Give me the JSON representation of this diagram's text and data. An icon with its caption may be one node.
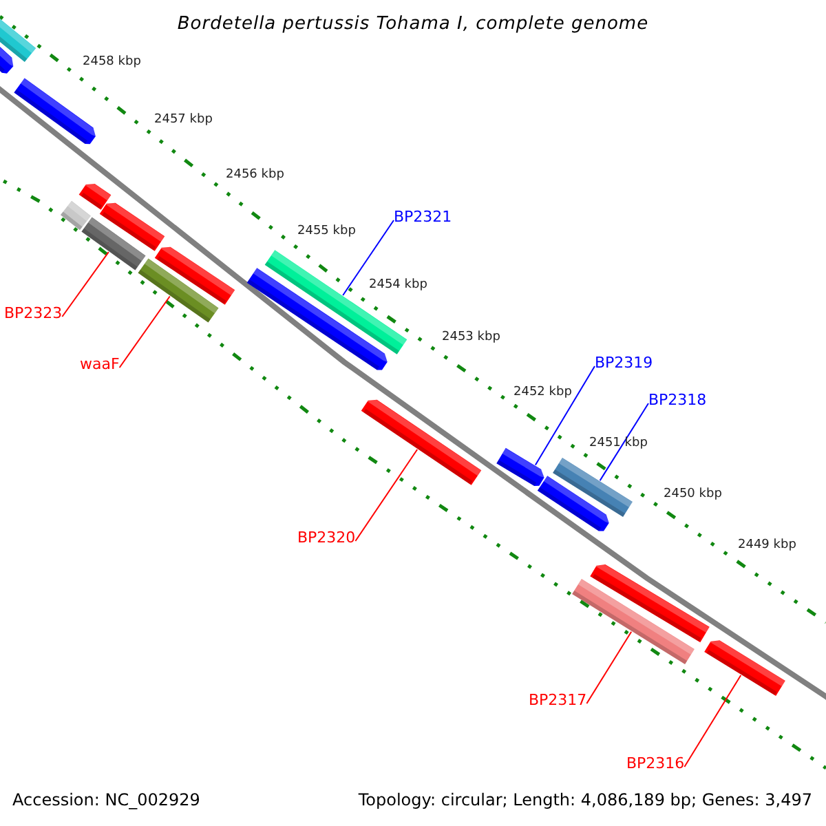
{
  "diagram": {
    "title": "Bordetella pertussis Tohama I, complete genome",
    "nodes": [
      {
        "text": [
          "BP2321"
        ]
      },
      {
        "text": [
          "BP2323"
        ]
      },
      {
        "text": [
          "BP2319"
        ]
      },
      {
        "text": [
          "waaF"
        ]
      },
      {
        "text": [
          "BP2318"
        ]
      },
      {
        "text": [
          "BP2320"
        ]
      },
      {
        "text": [
          "BP2317"
        ]
      },
      {
        "text": [
          "BP2316"
        ]
      },
      {
        "text": [],
        "shape": "bar"
      },
      {
        "text": [],
        "shape": "bar"
      },
      {
        "text": [],
        "shape": "bar"
      },
      {
        "text": [],
        "shape": "bar"
      },
      {
        "text": [],
        "shape": "bar"
      },
      {
        "text": [],
        "shape": "bar"
      },
      {
        "text": [],
        "shape": "bar"
      },
      {
        "text": [],
        "shape": "bar"
      },
      {
        "text": [],
        "shape": "bar"
      },
      {
        "text": [],
        "shape": "bar"
      },
      {
        "text": [],
        "shape": "bar"
      },
      {
        "text": [],
        "shape": "bar"
      },
      {
        "text": [],
        "shape": "bar"
      },
      {
        "text": [],
        "shape": "bar"
      },
      {
        "text": [],
        "shape": "bar"
      },
      {
        "text": [],
        "shape": "bar"
      },
      {
        "text": [],
        "shape": "bar"
      },
      {
        "text": [],
        "shape": "bar"
      }
    ],
    "edges": [
      {
        "from": 0,
        "to": 18,
        "arrow": "none",
        "color": "#0000ff"
      },
      {
        "from": 1,
        "to": 13,
        "arrow": "none"
      },
      {
        "from": 2,
        "to": 20,
        "arrow": "none",
        "color": "#0000ff"
      },
      {
        "from": 3,
        "to": 15,
        "arrow": "none"
      },
      {
        "from": 4,
        "to": 22,
        "arrow": "none",
        "color": "#0000ff"
      },
      {
        "from": 5,
        "to": 19,
        "arrow": "none"
      },
      {
        "from": 6,
        "to": 23,
        "arrow": "none"
      },
      {
        "from": 7,
        "to": 25,
        "arrow": "none"
      }
    ],
    "labels": [
      "2458 kbp",
      "2457 kbp",
      "2456 kbp",
      "2455 kbp",
      "2454 kbp",
      "2453 kbp",
      "2452 kbp",
      "2451 kbp",
      "2450 kbp",
      "2449 kbp",
      "Accession: NC_002929",
      "Topology: circular; Length: 4,086,189 bp; Genes: 3,497"
    ]
  }
}
